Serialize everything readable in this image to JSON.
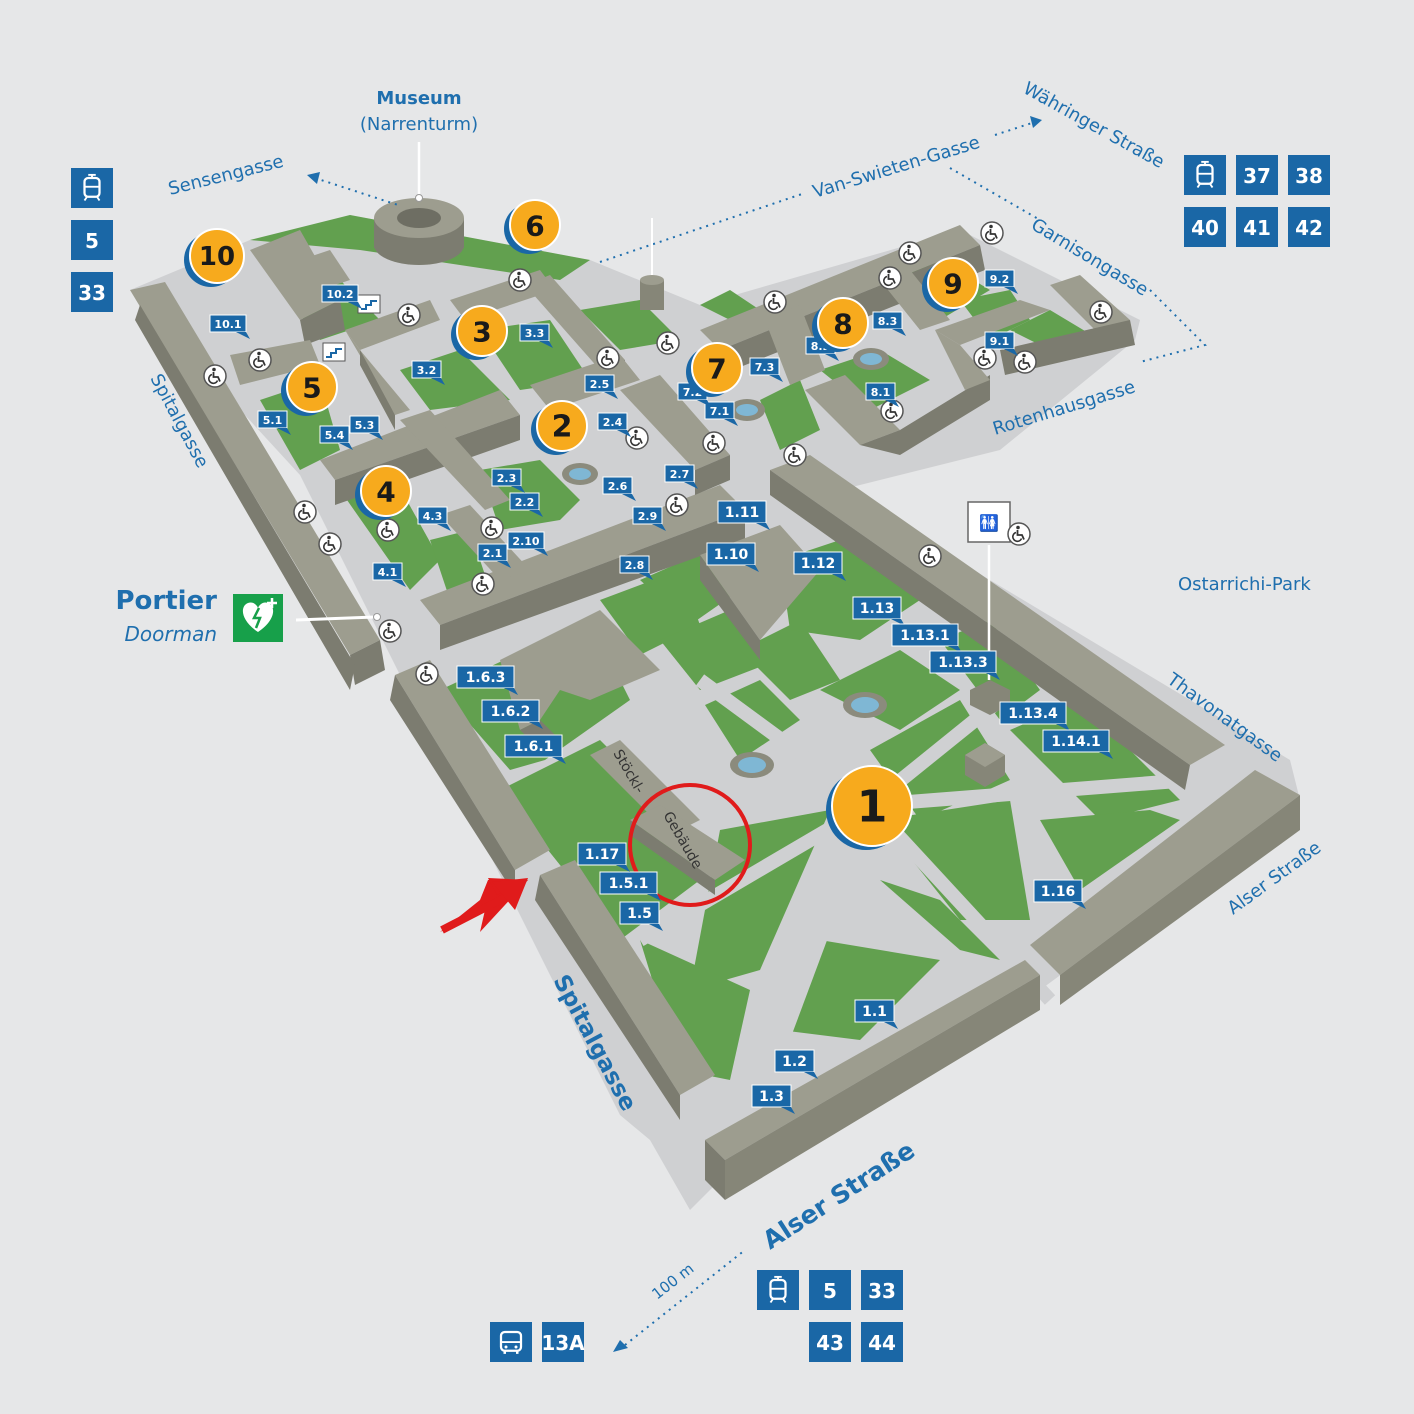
{
  "colors": {
    "background": "#e6e7e8",
    "path": "#cfd0d2",
    "lawn": "#62a04f",
    "building_top": "#9d9d8f",
    "building_side": "#7c7c70",
    "label_blue": "#1a67a6",
    "marker_orange": "#f7aa1d",
    "street_text": "#1f6fae",
    "aed_green": "#17a04a",
    "highlight_red": "#e01b1b"
  },
  "streets": {
    "sensengasse": "Sensengasse",
    "van_swieten": "Van-Swieten-Gasse",
    "waehringer": "Währinger Straße",
    "garnisongasse": "Garnisongasse",
    "rotenhausgasse": "Rotenhausgasse",
    "spitalgasse_top": "Spitalgasse",
    "spitalgasse_bottom": "Spitalgasse",
    "thavonatgasse": "Thavonatgasse",
    "alser_small": "Alser Straße",
    "alser_big": "Alser Straße",
    "ostarrichi": "Ostarrichi-Park",
    "distance": "100 m"
  },
  "museum": {
    "title": "Museum",
    "subtitle": "(Narrenturm)"
  },
  "portier": {
    "title": "Portier",
    "subtitle": "Doorman"
  },
  "stoeckl": {
    "line1": "Stöckl-",
    "line2": "Gebäude"
  },
  "courtyards": [
    "1",
    "2",
    "3",
    "4",
    "5",
    "6",
    "7",
    "8",
    "9",
    "10"
  ],
  "labels": [
    "1.1",
    "1.2",
    "1.3",
    "1.5",
    "1.5.1",
    "1.6.1",
    "1.6.2",
    "1.6.3",
    "1.10",
    "1.11",
    "1.12",
    "1.13",
    "1.13.1",
    "1.13.3",
    "1.13.4",
    "1.14.1",
    "1.16",
    "1.17",
    "2.1",
    "2.10",
    "2.2",
    "2.3",
    "2.4",
    "2.5",
    "2.6",
    "2.7",
    "2.8",
    "2.9",
    "3.2",
    "3.3",
    "4.1",
    "4.3",
    "5.1",
    "5.3",
    "5.4",
    "7.1",
    "7.2",
    "7.3",
    "8.1",
    "8.2",
    "8.3",
    "9.1",
    "9.2",
    "10.1",
    "10.2"
  ],
  "transit": {
    "left": [
      "5",
      "33"
    ],
    "right": [
      "37",
      "38",
      "40",
      "41",
      "42"
    ],
    "bottom": [
      "5",
      "33",
      "43",
      "44"
    ],
    "bus": [
      "13A"
    ]
  },
  "icons": {
    "tram": "tram-icon",
    "bus": "bus-icon",
    "wheelchair": "wheelchair-icon",
    "stairs": "stairs-icon",
    "wc": "toilet-icon",
    "aed": "defibrillator-icon",
    "arrow": "red-arrow-icon"
  }
}
